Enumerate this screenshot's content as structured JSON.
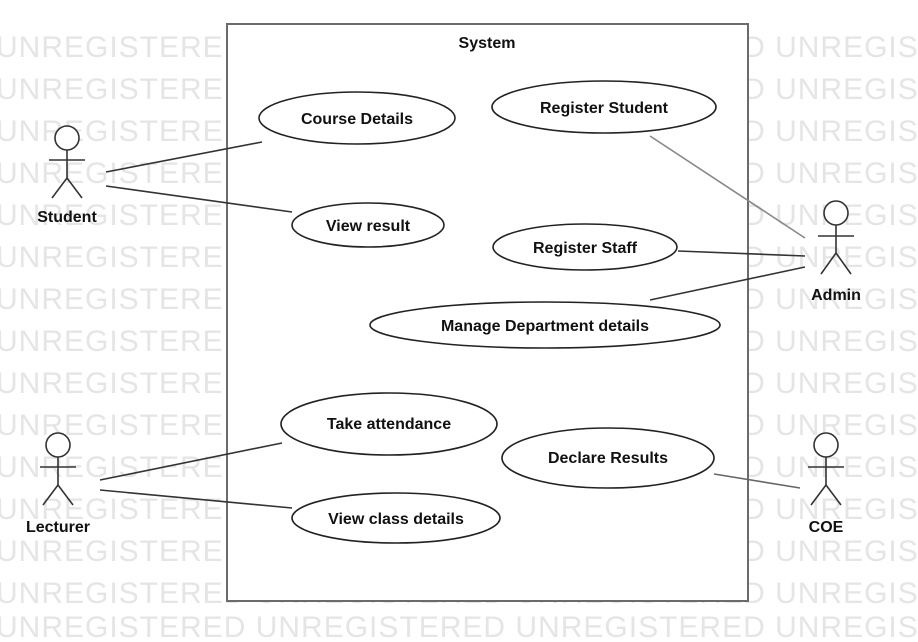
{
  "watermark": {
    "text": "UNREGISTERED UNREGISTERED UNREGISTERED UNREGISTERED"
  },
  "system": {
    "title": "System"
  },
  "actors": {
    "student": "Student",
    "admin": "Admin",
    "lecturer": "Lecturer",
    "coe": "COE"
  },
  "use_cases": {
    "course_details": "Course Details",
    "view_result": "View result",
    "register_student": "Register Student",
    "register_staff": "Register Staff",
    "manage_department": "Manage Department details",
    "take_attendance": "Take attendance",
    "view_class_details": "View class details",
    "declare_results": "Declare Results"
  }
}
